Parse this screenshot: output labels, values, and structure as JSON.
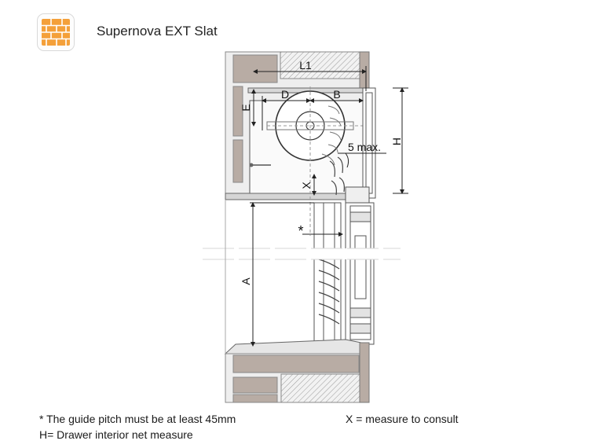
{
  "header": {
    "icon": "brick-wall-icon",
    "icon_color": "#f4a03a",
    "title": "Supernova EXT Slat"
  },
  "diagram": {
    "labels": {
      "l1": "L1",
      "d": "D",
      "b": "B",
      "e": "E",
      "h": "H",
      "five_max": "5 max.",
      "x": "X",
      "asterisk": "*",
      "a": "A"
    }
  },
  "notes": {
    "guide_pitch": "* The guide pitch must be at least 45mm",
    "h_definition": "H= Drawer interior net measure",
    "x_definition": "X = measure to consult"
  }
}
